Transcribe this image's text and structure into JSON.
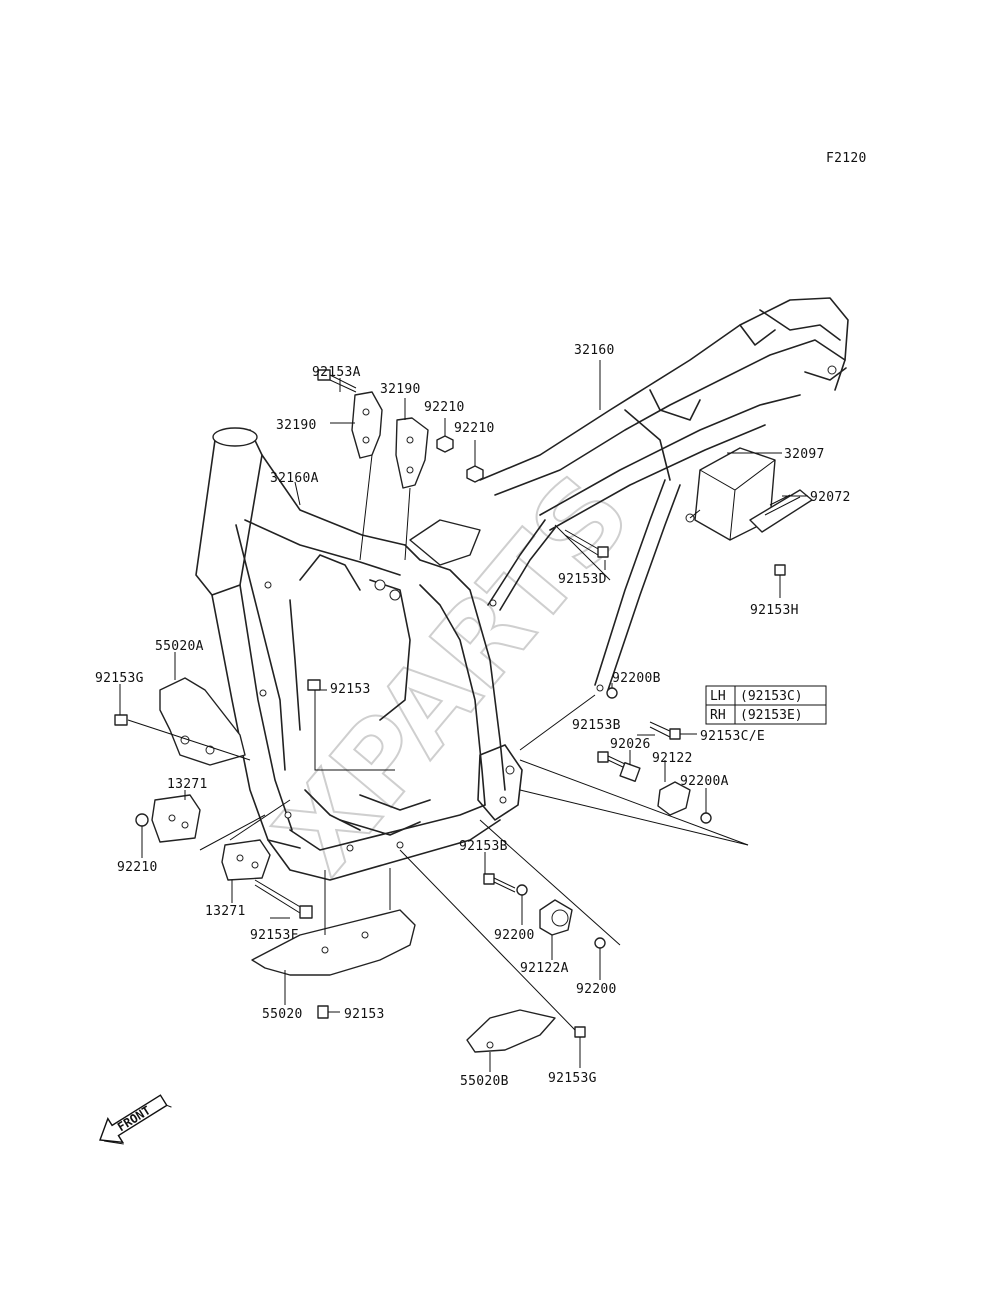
{
  "diagram_code": "F2120",
  "watermark": "XPARTS",
  "front_label": "FRONT",
  "labels": {
    "l_92153A": "92153A",
    "l_32190a": "32190",
    "l_92210a": "92210",
    "l_32190b": "32190",
    "l_92210b": "92210",
    "l_32160": "32160",
    "l_32160A": "32160A",
    "l_32097": "32097",
    "l_92072": "92072",
    "l_92153D": "92153D",
    "l_92153H": "92153H",
    "l_55020A": "55020A",
    "l_92153G_a": "92153G",
    "l_92153_a": "92153",
    "l_92200B": "92200B",
    "l_92153B_a": "92153B",
    "l_92153CE": "92153C/E",
    "l_92026": "92026",
    "l_92122": "92122",
    "l_92200A": "92200A",
    "l_13271_a": "13271",
    "l_92210c": "92210",
    "l_92153B_b": "92153B",
    "l_13271_b": "13271",
    "l_92153F": "92153F",
    "l_92200a": "92200",
    "l_92122A": "92122A",
    "l_92200b": "92200",
    "l_55020": "55020",
    "l_92153_b": "92153",
    "l_55020B": "55020B",
    "l_92153G_b": "92153G"
  },
  "side_table": [
    {
      "side": "LH",
      "code": "(92153C)"
    },
    {
      "side": "RH",
      "code": "(92153E)"
    }
  ]
}
